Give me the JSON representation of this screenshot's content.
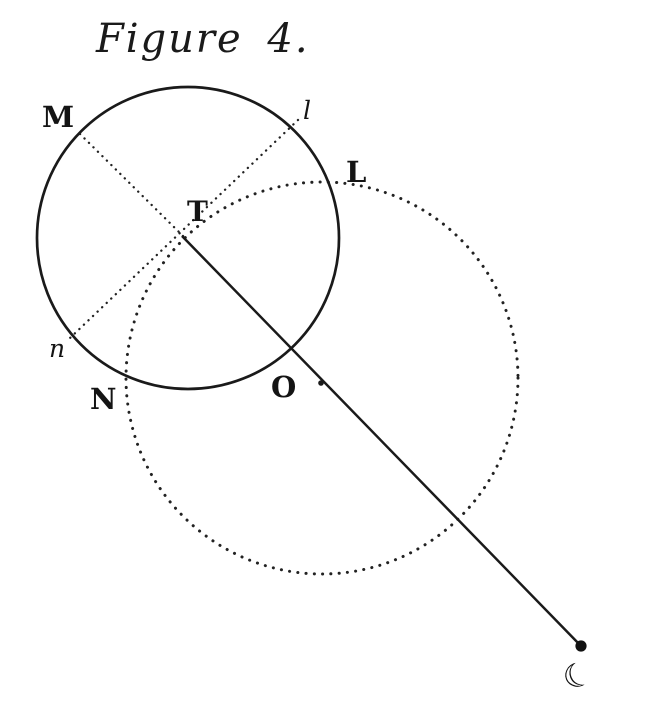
{
  "figure": {
    "title": "Figure 4.",
    "labels": {
      "M": "M",
      "l": "l",
      "L": "L",
      "T": "T",
      "n": "n",
      "N": "N",
      "O": "O",
      "moon": "☾"
    }
  }
}
